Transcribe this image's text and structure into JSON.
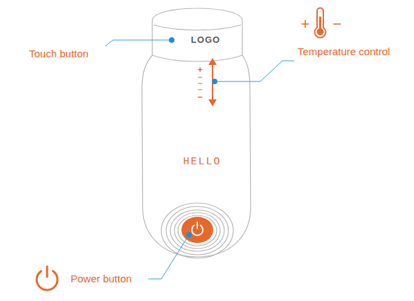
{
  "diagram": {
    "labels": [
      "Touch button",
      "LOGO",
      "Temperature control",
      "+",
      "−",
      "+",
      "−",
      "HELLO",
      "Power button"
    ]
  }
}
